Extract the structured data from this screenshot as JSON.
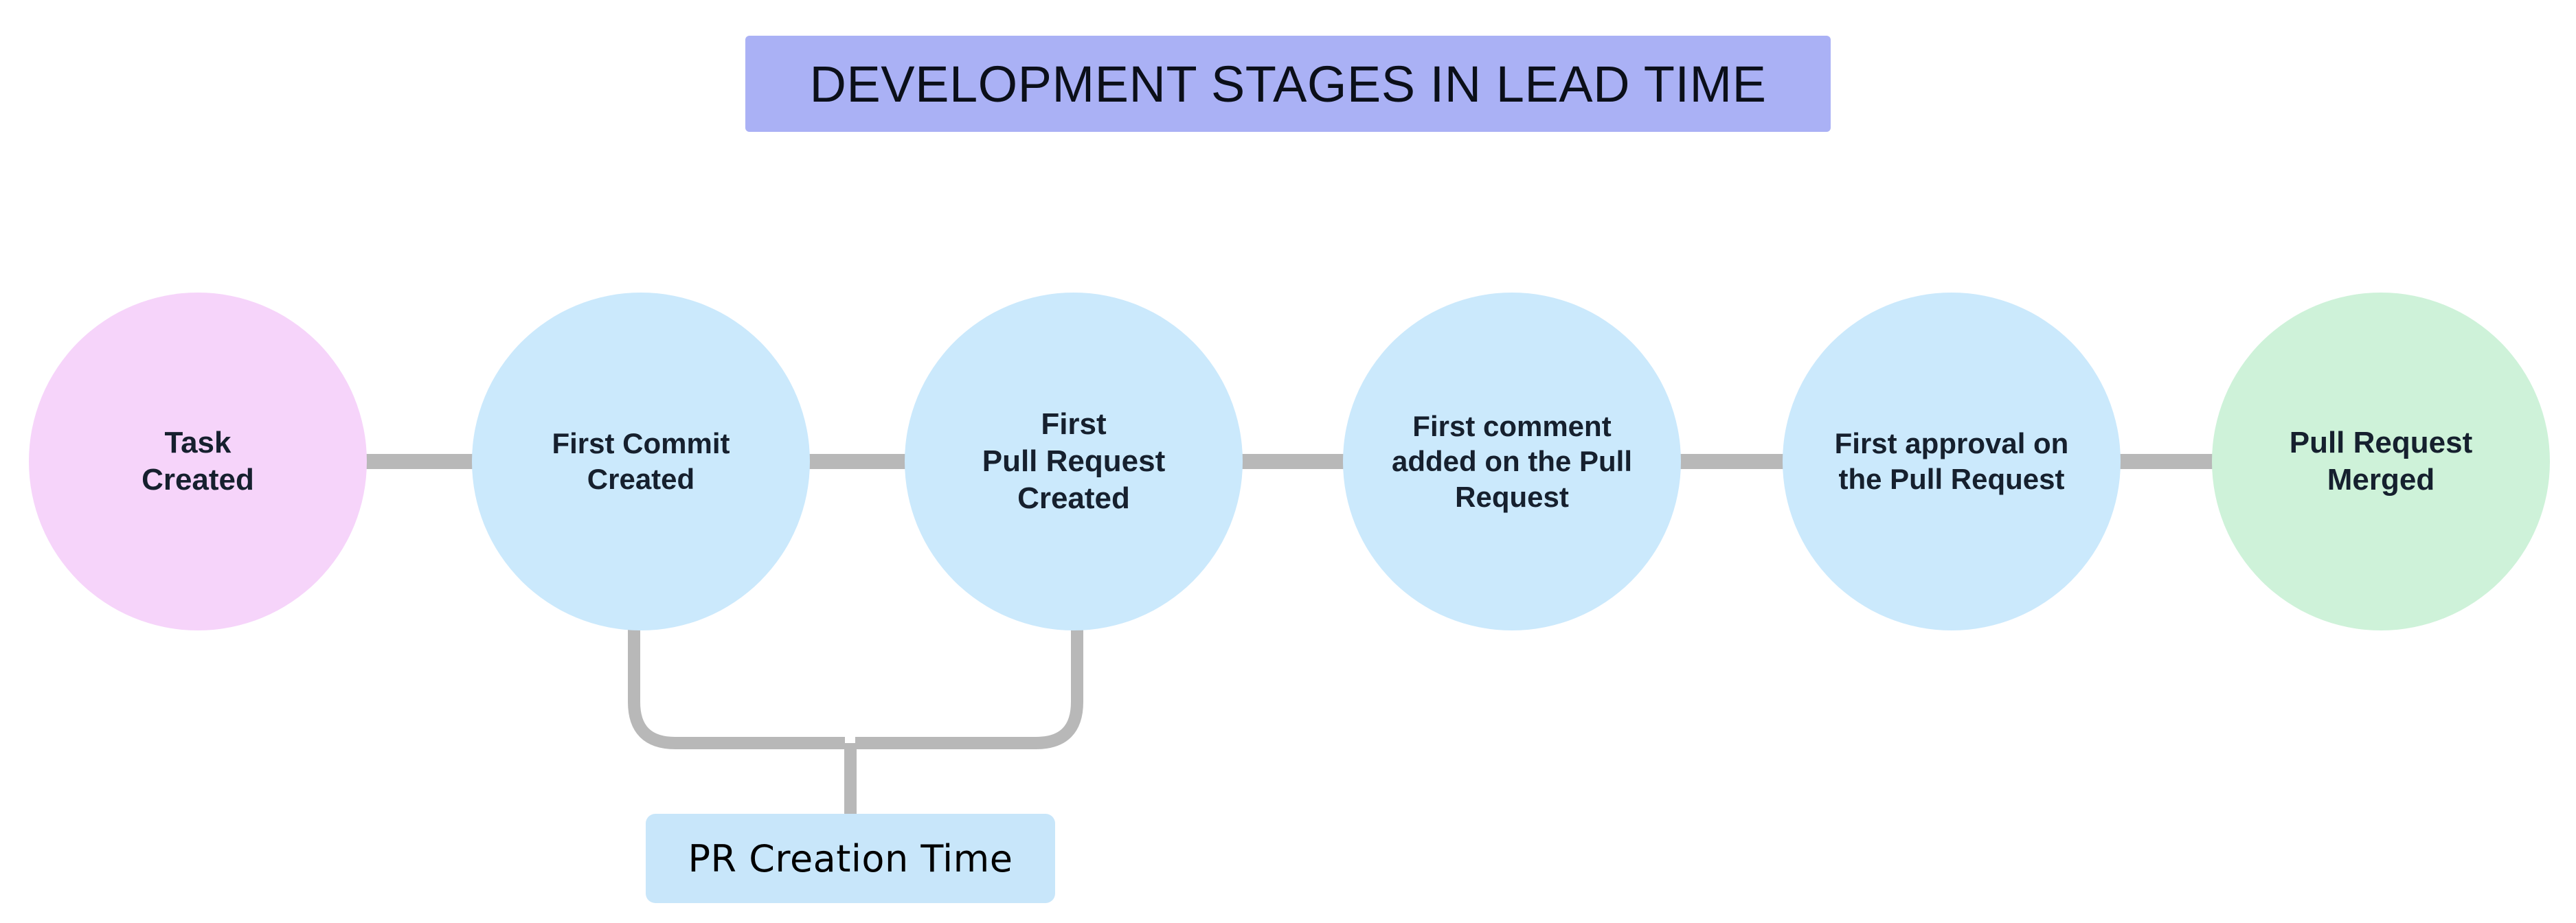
{
  "title": {
    "text": "DEVELOPMENT STAGES IN LEAD TIME",
    "background_color": "#aab1f5",
    "text_color": "#0b0f19"
  },
  "theme": {
    "background": "#ffffff",
    "connector_color": "#b8b8b8",
    "node_text_color": "#16202e",
    "start_node_color": "#f6d4fa",
    "stage_node_color": "#cbe9fc",
    "end_node_color": "#cef2d9",
    "annotation_color": "#c8e6fa"
  },
  "diagram": {
    "type": "flow-timeline",
    "orientation": "horizontal",
    "nodes": [
      {
        "id": "task-created",
        "label": "Task\nCreated",
        "shape": "circle",
        "color": "#f6d4fa"
      },
      {
        "id": "first-commit",
        "label": "First Commit\nCreated",
        "shape": "circle",
        "color": "#cbe9fc"
      },
      {
        "id": "first-pull-request",
        "label": "First\nPull Request\nCreated",
        "shape": "circle",
        "color": "#cbe9fc"
      },
      {
        "id": "first-comment",
        "label": "First comment\nadded on the Pull\nRequest",
        "shape": "circle",
        "color": "#cbe9fc"
      },
      {
        "id": "first-approval",
        "label": "First approval on\nthe Pull Request",
        "shape": "circle",
        "color": "#cbe9fc"
      },
      {
        "id": "pull-request-merged",
        "label": "Pull Request\nMerged",
        "shape": "circle",
        "color": "#cef2d9"
      }
    ],
    "connections": [
      {
        "from": "task-created",
        "to": "first-commit"
      },
      {
        "from": "first-commit",
        "to": "first-pull-request"
      },
      {
        "from": "first-pull-request",
        "to": "first-comment"
      },
      {
        "from": "first-comment",
        "to": "first-approval"
      },
      {
        "from": "first-approval",
        "to": "pull-request-merged"
      }
    ],
    "annotations": [
      {
        "id": "pr-creation-time",
        "label": "PR Creation Time",
        "spans_from": "first-commit",
        "spans_to": "first-pull-request",
        "color": "#c8e6fa"
      }
    ]
  }
}
